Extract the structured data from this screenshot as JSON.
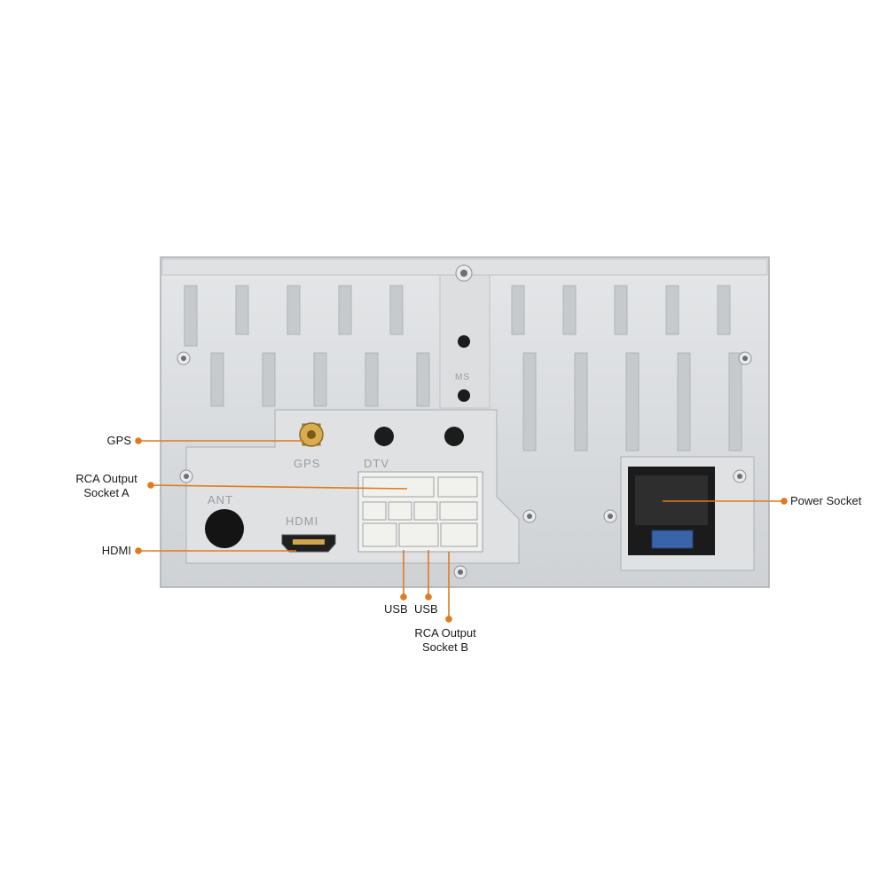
{
  "panel_markings": {
    "gps": "GPS",
    "dtv": "DTV",
    "ant": "ANT",
    "hdmi": "HDMI",
    "ms": "MS"
  },
  "callouts": {
    "gps": "GPS",
    "rca_a_line1": "RCA Output",
    "rca_a_line2": "Socket A",
    "hdmi": "HDMI",
    "power": "Power Socket",
    "usb1": "USB",
    "usb2": "USB",
    "rca_b_line1": "RCA Output",
    "rca_b_line2": "Socket B"
  },
  "colors": {
    "callout_line": "#e07a1f",
    "panel": "#d8dadc",
    "panel_shadow": "#b9bcbf",
    "connector": "#f1f1ee",
    "power_socket": "#1b1b1b",
    "power_clip": "#3a63a8"
  }
}
